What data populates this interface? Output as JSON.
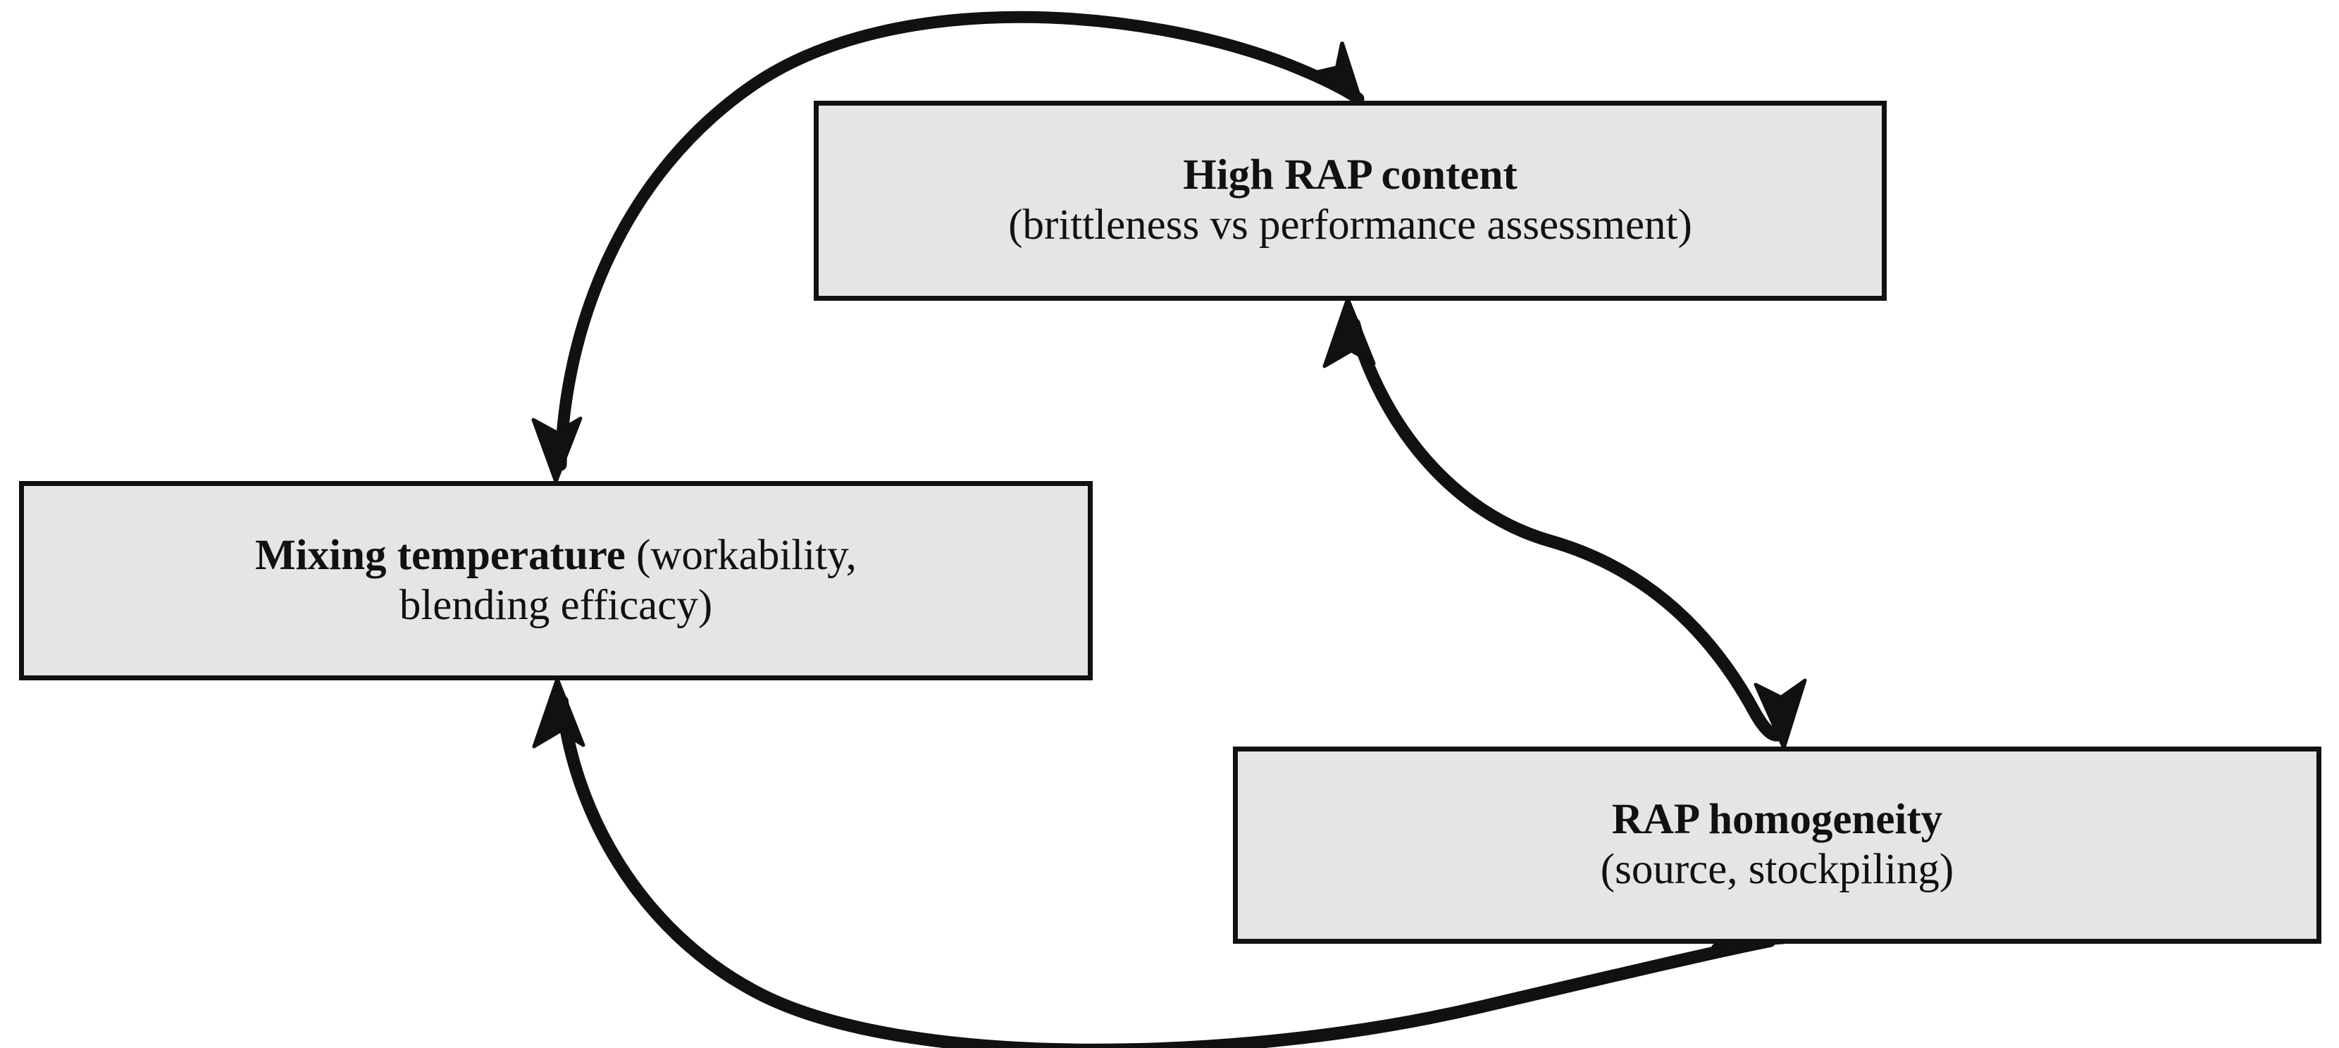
{
  "diagram": {
    "type": "cyclic-influence-diagram",
    "background_color": "#ffffff",
    "node_fill_color": "#e6e4e5",
    "node_border_color": "#111111",
    "edge_color": "#111111",
    "nodes": [
      {
        "id": "high-rap-content",
        "title": "High RAP content",
        "subtitle": "(brittleness vs performance assessment)",
        "title_style": "bold",
        "subtitle_style": "regular"
      },
      {
        "id": "mixing-temperature",
        "title": "Mixing temperature",
        "subtitle_line1": "(workability,",
        "subtitle_line2": "blending efficacy)",
        "title_style": "bold",
        "subtitle_style": "regular"
      },
      {
        "id": "rap-homogeneity",
        "title": "RAP homogeneity",
        "subtitle": "(source, stockpiling)",
        "title_style": "bold",
        "subtitle_style": "regular"
      }
    ],
    "edges": [
      {
        "id": "mixing-temperature-to-high-rap-content",
        "from": "mixing-temperature",
        "to": "high-rap-content",
        "arrowheads": "end",
        "shape": "arc-over-top"
      },
      {
        "id": "rap-homogeneity-to-high-rap-content",
        "from": "rap-homogeneity",
        "to": "high-rap-content",
        "arrowheads": "both",
        "shape": "s-curve"
      },
      {
        "id": "rap-homogeneity-to-mixing-temperature",
        "from": "rap-homogeneity",
        "to": "mixing-temperature",
        "arrowheads": "both",
        "shape": "arc-under-bottom"
      }
    ]
  }
}
